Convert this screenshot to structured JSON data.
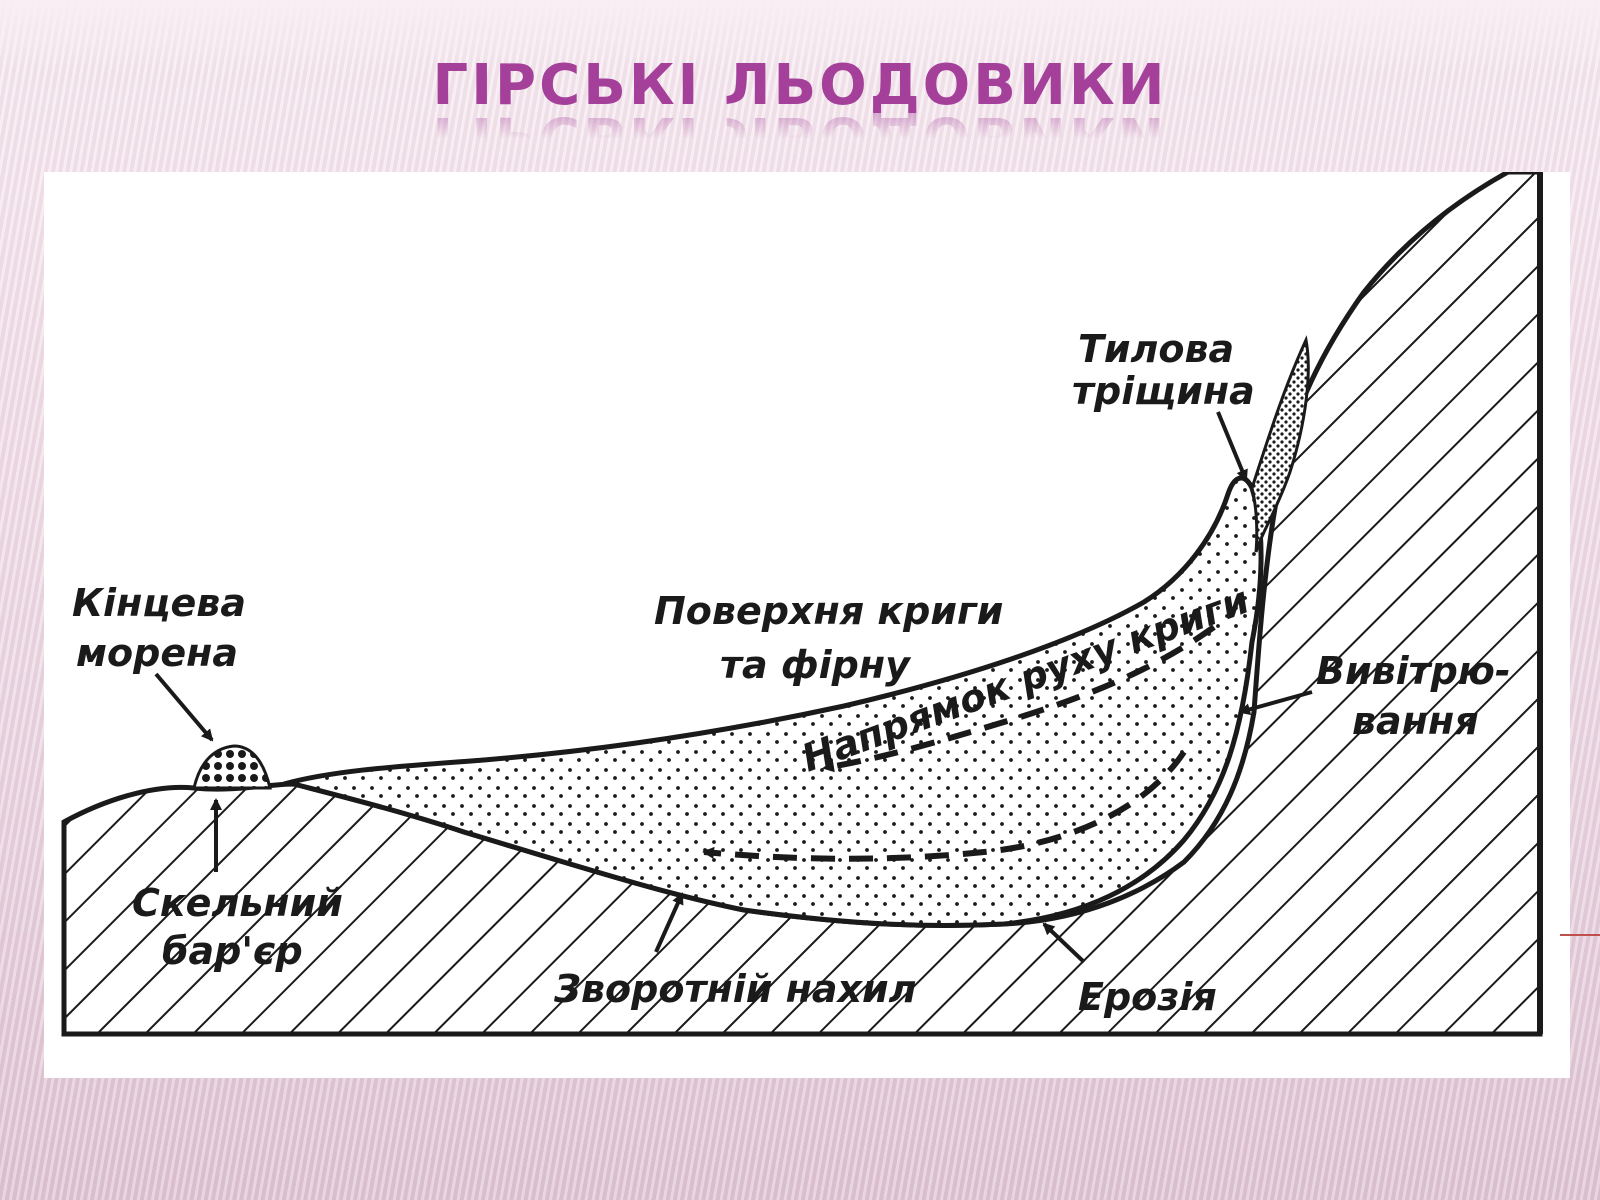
{
  "slide": {
    "title": "ГІРСЬКІ ЛЬОДОВИКИ"
  },
  "diagram": {
    "labels": {
      "end_moraine_line1": "Кінцева",
      "end_moraine_line2": "морена",
      "rock_barrier_line1": "Скельний",
      "rock_barrier_line2": "бар'єр",
      "reverse_slope": "Зворотній нахил",
      "erosion": "Ерозія",
      "weathering_line1": "Вивітрю-",
      "weathering_line2": "вання",
      "bergschrund_line1": "Тилова",
      "bergschrund_line2": "тріщина",
      "ice_surface_line1": "Поверхня криги",
      "ice_surface_line2": "та фірну",
      "flow_direction": "Напрямок руху криги"
    },
    "colors": {
      "accent": "#a4409a",
      "ink": "#1a1a1a",
      "panel": "#ffffff"
    }
  }
}
